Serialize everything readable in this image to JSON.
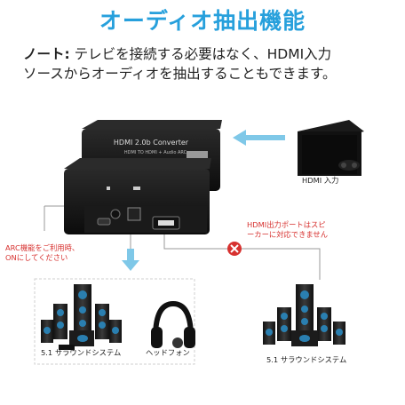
{
  "title": "オーディオ抽出機能",
  "note": {
    "prefix": "ノート:",
    "line1": " テレビを接続する必要はなく、HDMI入力",
    "line2": "ソースからオーディオを抽出することもできます。"
  },
  "device": {
    "top_label": "HDMI 2.0b Converter",
    "top_sublabel": "HDMI TO HDMI + Audio ARC"
  },
  "labels": {
    "hdmi_input": "HDMI 入力",
    "arc_line1": "ARC機能をご利用時、",
    "arc_line2": "ONにしてください",
    "hdmi_out_line1": "HDMI出力ポートはスピ",
    "hdmi_out_line2": "ーカーに対応できません",
    "surround_left": "5.1 サラウンドシステム",
    "headphones": "ヘッドフォン",
    "surround_right": "5.1 サラウンドシステム"
  },
  "colors": {
    "accent": "#27a0dc",
    "warning": "#d7312f",
    "arrow": "#7fc8e8"
  }
}
